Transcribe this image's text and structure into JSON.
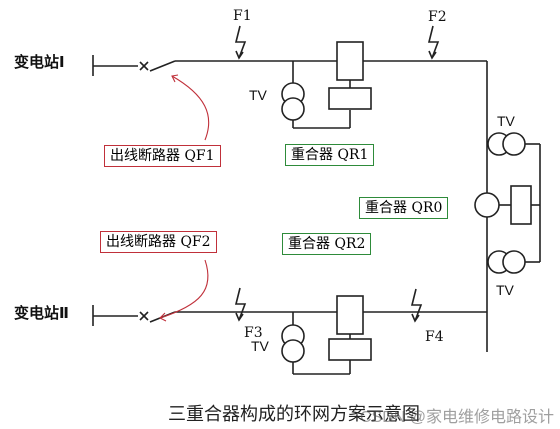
{
  "stations": {
    "s1": "变电站Ⅰ",
    "s2": "变电站Ⅱ"
  },
  "faults": {
    "f1": "F1",
    "f2": "F2",
    "f3": "F3",
    "f4": "F4"
  },
  "tv_labels": {
    "tv1": "TV",
    "tv2": "TV",
    "tv3": "TV",
    "tv4": "TV"
  },
  "boxes": {
    "qf1": "出线断路器 QF1",
    "qf2": "出线断路器 QF2",
    "qr1": "重合器 QR1",
    "qr2": "重合器 QR2",
    "qr0": "重合器 QR0"
  },
  "caption": "三重合器构成的环网方案示意图",
  "watermark": "CSDN @家电维修电路设计",
  "colors": {
    "line": "#222222",
    "red": "#c0303a",
    "green": "#2e8b3a"
  }
}
